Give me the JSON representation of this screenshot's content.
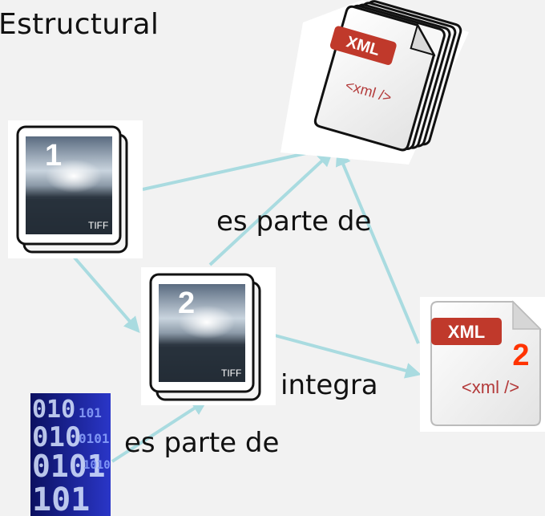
{
  "title": "Estructural",
  "labels": {
    "part_of_top": "es parte de",
    "integrates": "integra",
    "part_of_bottom": "es parte de"
  },
  "tiff1": {
    "number": "1",
    "format": "TIFF"
  },
  "tiff2": {
    "number": "2",
    "format": "TIFF"
  },
  "xml_stack": {
    "badge": "XML",
    "tag": "<xml />"
  },
  "xml_single": {
    "badge": "XML",
    "tag": "<xml />",
    "number": "2"
  },
  "colors": {
    "arrow": "#a9dbe0",
    "xml_badge": "#c0392b",
    "xml_text": "#b33a3a",
    "number_highlight": "#ff3300",
    "binary_bg": "#1a1f8a"
  }
}
